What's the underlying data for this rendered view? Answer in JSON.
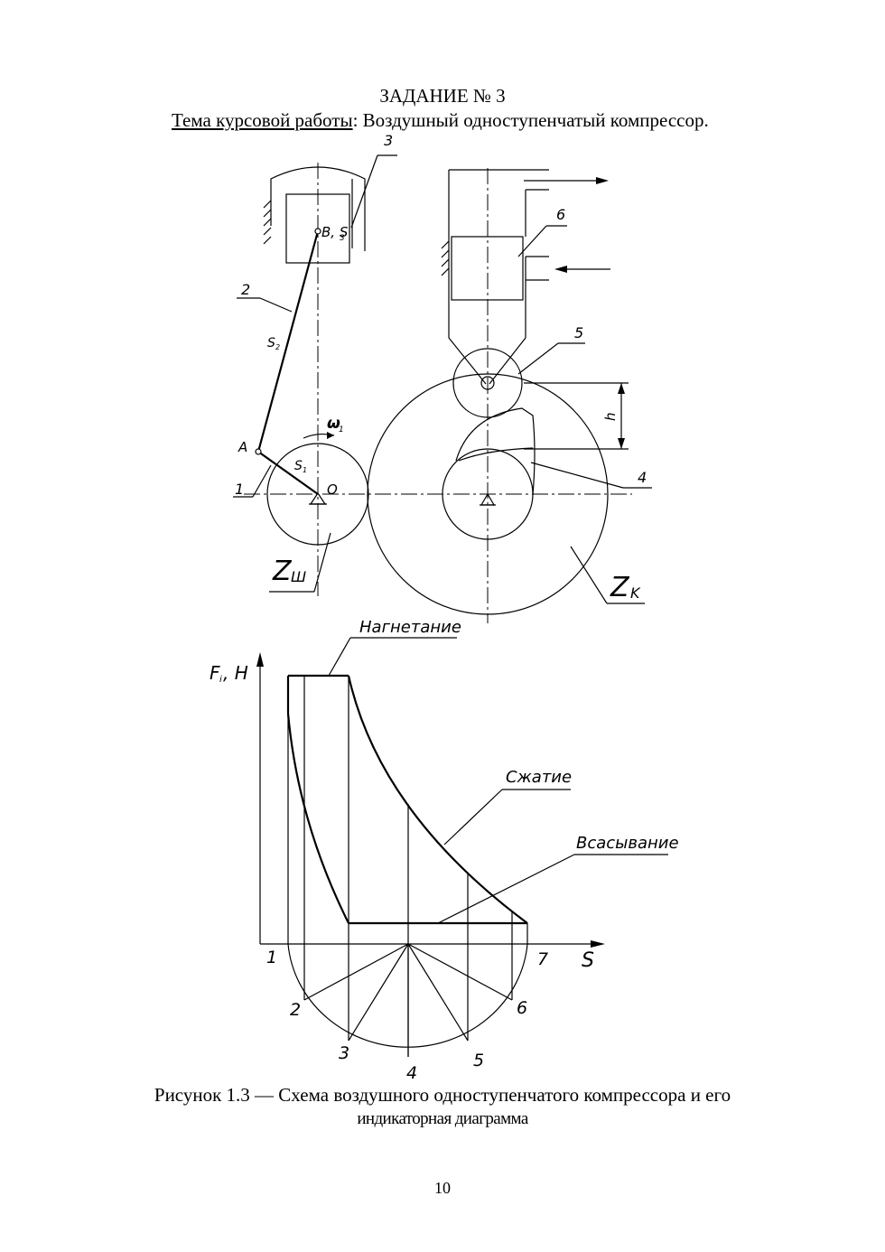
{
  "header": {
    "task_title": "ЗАДАНИЕ № 3",
    "topic_label": "Тема курсовой работы",
    "topic_value": ": Воздушный одноступенчатый компрессор."
  },
  "scheme_labels": {
    "piston": "3",
    "point_b": "B, S",
    "point_b_sub": "3",
    "rod": "2",
    "rod_center": "S",
    "rod_center_sub": "2",
    "omega": "ω",
    "omega_sub": "1",
    "point_a": "A",
    "crank_center": "S",
    "crank_center_sub": "1",
    "crank": "1",
    "point_o": "O",
    "gear_small": "Z",
    "gear_small_sub": "Ш",
    "gear_large": "Z",
    "gear_large_sub": "K",
    "cylinder_valve": "6",
    "roller": "5",
    "cam": "4",
    "stroke_h": "h"
  },
  "diagram_labels": {
    "y_axis": "F",
    "y_axis_sub": "i",
    "y_axis_unit": ", H",
    "x_axis": "S",
    "discharge": "Нагнетание",
    "compression": "Сжатие",
    "suction": "Всасывание",
    "positions": [
      "1",
      "2",
      "3",
      "4",
      "5",
      "6",
      "7"
    ]
  },
  "caption": {
    "line1": "Рисунок 1.3 — Схема воздушного одноступенчатого компрессора и его",
    "line2": "индикаторная диаграмма"
  },
  "page_number": "10"
}
